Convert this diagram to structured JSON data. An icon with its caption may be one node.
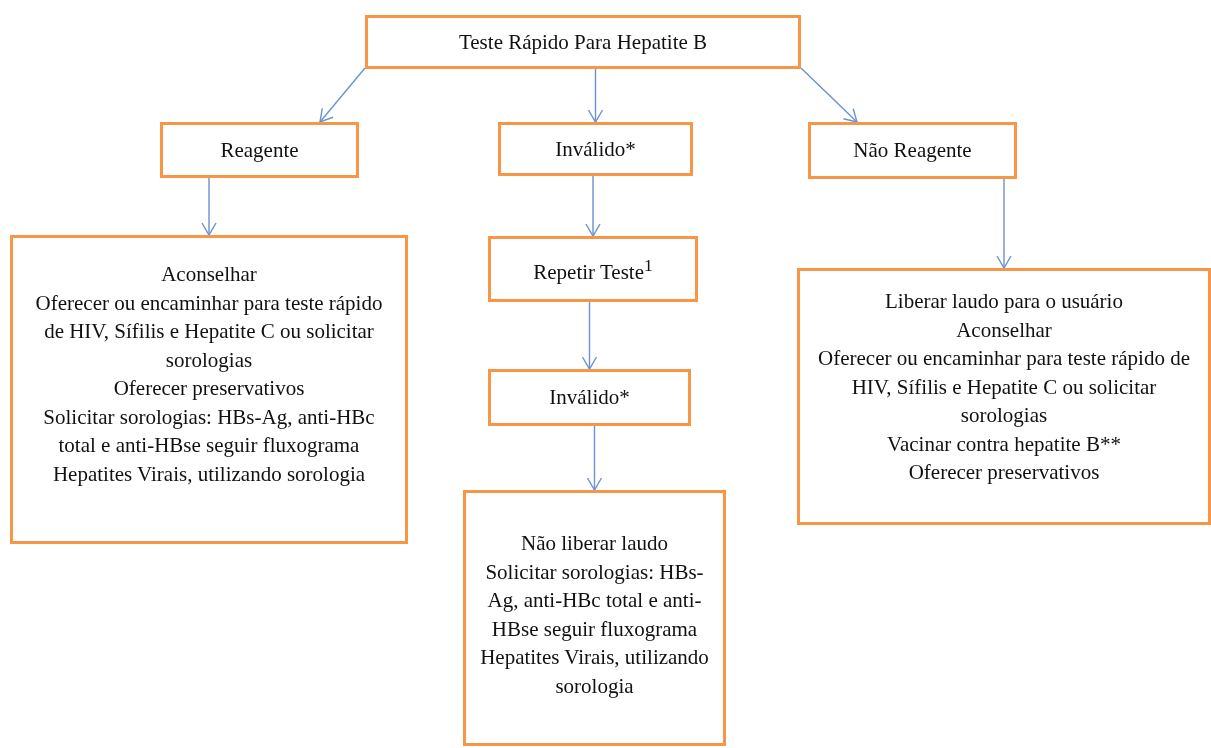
{
  "diagram": {
    "nodes": [
      {
        "text": [
          "Teste Rápido Para Hepatite B"
        ]
      },
      {
        "text": [
          "Reagente"
        ]
      },
      {
        "text": [
          "Inválido*"
        ]
      },
      {
        "text": [
          "Não Reagente"
        ]
      },
      {
        "text": [
          "Aconselhar",
          "Oferecer ou encaminhar para teste rápido de HIV, Sífilis e Hepatite C ou solicitar sorologias",
          "Oferecer preservativos",
          "Solicitar sorologias: HBs-Ag, anti-HBc total e anti-HBse seguir fluxograma Hepatites Virais, utilizando sorologia"
        ]
      },
      {
        "text": [
          "Repetir Teste$^{1}$"
        ]
      },
      {
        "text": [
          "Inválido*"
        ]
      },
      {
        "text": [
          "Não liberar laudo",
          "Solicitar sorologias: HBs-Ag, anti-HBc total e anti-HBse seguir fluxograma Hepatites Virais, utilizando sorologia"
        ]
      },
      {
        "text": [
          "Liberar laudo para o usuário",
          "Aconselhar",
          "Oferecer ou encaminhar para teste rápido de HIV, Sífilis e Hepatite C ou solicitar sorologias",
          "Vacinar contra hepatite B**",
          "Oferecer preservativos"
        ]
      }
    ],
    "edges": [
      {
        "from": 0,
        "to": 1,
        "arrow": "to"
      },
      {
        "from": 0,
        "to": 2,
        "arrow": "to"
      },
      {
        "from": 0,
        "to": 3,
        "arrow": "to"
      },
      {
        "from": 1,
        "to": 4,
        "arrow": "to"
      },
      {
        "from": 2,
        "to": 5,
        "arrow": "to"
      },
      {
        "from": 5,
        "to": 6,
        "arrow": "to"
      },
      {
        "from": 6,
        "to": 7,
        "arrow": "to"
      },
      {
        "from": 3,
        "to": 8,
        "arrow": "to"
      }
    ]
  }
}
